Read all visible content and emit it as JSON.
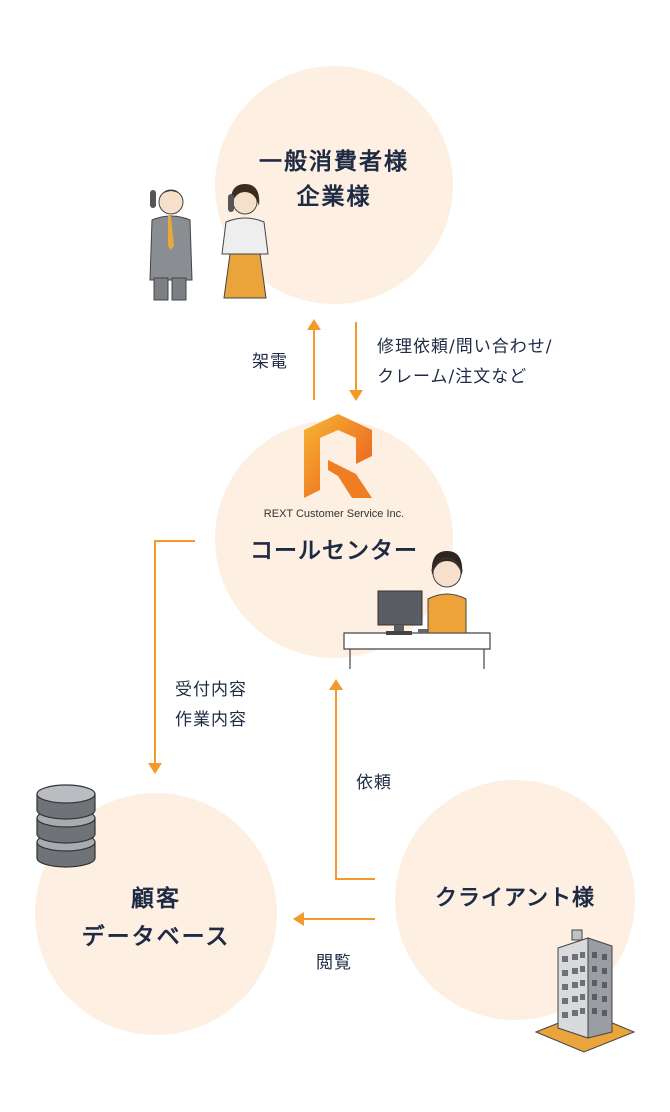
{
  "nodes": {
    "consumers": {
      "line1": "一般消費者様",
      "line2": "企業様"
    },
    "call_center": {
      "logo_text": "REXT Customer Service Inc.",
      "title": "コールセンター"
    },
    "database": {
      "line1": "顧客",
      "line2": "データベース"
    },
    "client": {
      "title": "クライアント様"
    }
  },
  "edges": {
    "call_out": "架電",
    "incoming_line1": "修理依頼/問い合わせ/",
    "incoming_line2": "クレーム/注文など",
    "to_db_line1": "受付内容",
    "to_db_line2": "作業内容",
    "request": "依頼",
    "browse": "閲覧"
  },
  "colors": {
    "circle": "#fdf0e3",
    "arrow": "#f39a2b",
    "text": "#1f2a44"
  }
}
